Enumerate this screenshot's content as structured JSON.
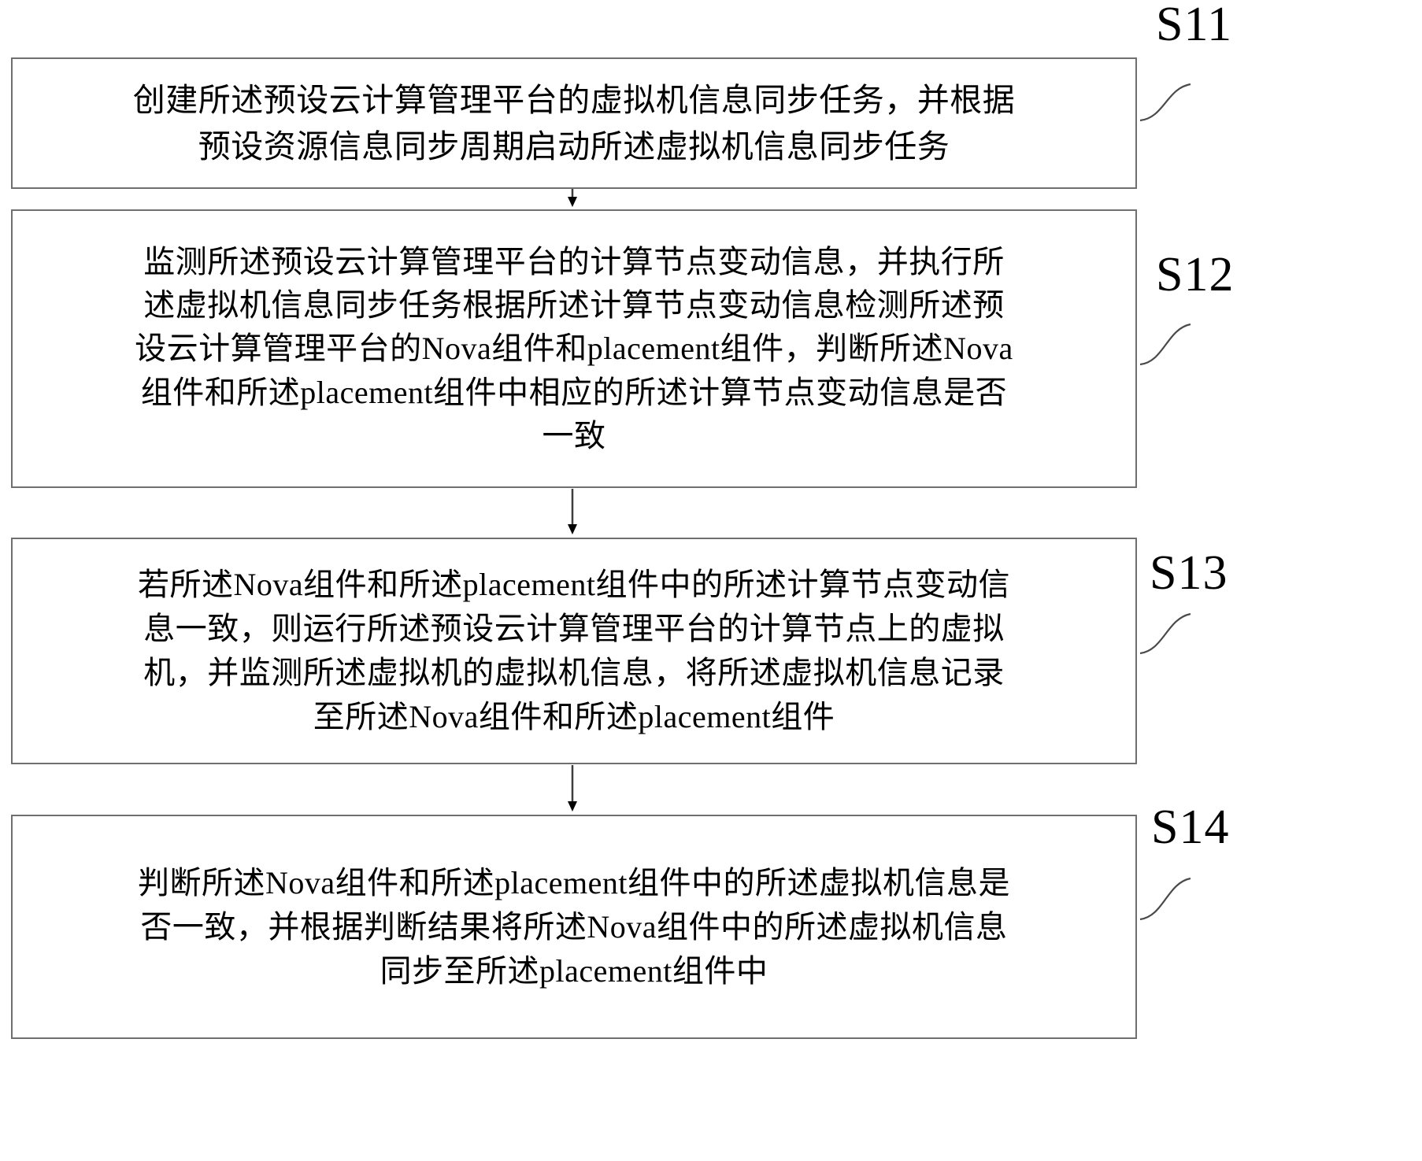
{
  "diagram": {
    "type": "flowchart",
    "orientation": "vertical",
    "figure_kind": "patent-method-flow",
    "box_border_color": "#6f6f6f",
    "text_color": "#000000",
    "background_color": "#ffffff",
    "nodes": [
      {
        "id": "S11",
        "step_label": "S11",
        "text": "创建所述预设云计算管理平台的虚拟机信息同步任务，并根据\n预设资源信息同步周期启动所述虚拟机信息同步任务"
      },
      {
        "id": "S12",
        "step_label": "S12",
        "text": "监测所述预设云计算管理平台的计算节点变动信息，并执行所\n述虚拟机信息同步任务根据所述计算节点变动信息检测所述预\n设云计算管理平台的Nova组件和placement组件，判断所述Nova\n组件和所述placement组件中相应的所述计算节点变动信息是否\n一致"
      },
      {
        "id": "S13",
        "step_label": "S13",
        "text": "若所述Nova组件和所述placement组件中的所述计算节点变动信\n息一致，则运行所述预设云计算管理平台的计算节点上的虚拟\n机，并监测所述虚拟机的虚拟机信息，将所述虚拟机信息记录\n至所述Nova组件和所述placement组件"
      },
      {
        "id": "S14",
        "step_label": "S14",
        "text": "判断所述Nova组件和所述placement组件中的所述虚拟机信息是\n否一致，并根据判断结果将所述Nova组件中的所述虚拟机信息\n同步至所述placement组件中"
      }
    ],
    "connectors": [
      {
        "from": "S11",
        "to": "S12",
        "style": "arrow-down"
      },
      {
        "from": "S12",
        "to": "S13",
        "style": "arrow-down"
      },
      {
        "from": "S13",
        "to": "S14",
        "style": "arrow-down"
      }
    ],
    "leaders": [
      {
        "label": "S11",
        "style": "curved-leader"
      },
      {
        "label": "S12",
        "style": "curved-leader"
      },
      {
        "label": "S13",
        "style": "curved-leader"
      },
      {
        "label": "S14",
        "style": "curved-leader"
      }
    ]
  }
}
